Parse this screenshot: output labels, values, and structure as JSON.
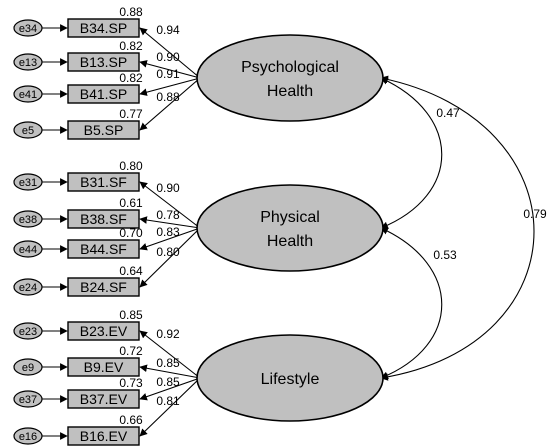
{
  "factors": [
    {
      "id": "psych",
      "label_lines": [
        "Psychological",
        "Health"
      ]
    },
    {
      "id": "phys",
      "label_lines": [
        "Physical",
        "Health"
      ]
    },
    {
      "id": "life",
      "label_lines": [
        "Lifestyle"
      ]
    }
  ],
  "indicators": [
    {
      "label": "B34.SP",
      "error": "e34",
      "r2": "0.88",
      "loading": "0.94",
      "factor": "psych"
    },
    {
      "label": "B13.SP",
      "error": "e13",
      "r2": "0.82",
      "loading": "0.90",
      "factor": "psych"
    },
    {
      "label": "B41.SP",
      "error": "e41",
      "r2": "0.82",
      "loading": "0.91",
      "factor": "psych"
    },
    {
      "label": "B5.SP",
      "error": "e5",
      "r2": "0.77",
      "loading": "0.88",
      "factor": "psych"
    },
    {
      "label": "B31.SF",
      "error": "e31",
      "r2": "0.80",
      "loading": "0.90",
      "factor": "phys"
    },
    {
      "label": "B38.SF",
      "error": "e38",
      "r2": "0.61",
      "loading": "0.78",
      "factor": "phys"
    },
    {
      "label": "B44.SF",
      "error": "e44",
      "r2": "0.70",
      "loading": "0.83",
      "factor": "phys"
    },
    {
      "label": "B24.SF",
      "error": "e24",
      "r2": "0.64",
      "loading": "0.80",
      "factor": "phys"
    },
    {
      "label": "B23.EV",
      "error": "e23",
      "r2": "0.85",
      "loading": "0.92",
      "factor": "life"
    },
    {
      "label": "B9.EV",
      "error": "e9",
      "r2": "0.72",
      "loading": "0.85",
      "factor": "life"
    },
    {
      "label": "B37.EV",
      "error": "e37",
      "r2": "0.73",
      "loading": "0.85",
      "factor": "life"
    },
    {
      "label": "B16.EV",
      "error": "e16",
      "r2": "0.66",
      "loading": "0.81",
      "factor": "life"
    }
  ],
  "correlations": [
    {
      "from": "psych",
      "to": "phys",
      "value": "0.47"
    },
    {
      "from": "phys",
      "to": "life",
      "value": "0.53"
    },
    {
      "from": "psych",
      "to": "life",
      "value": "0.79"
    }
  ]
}
